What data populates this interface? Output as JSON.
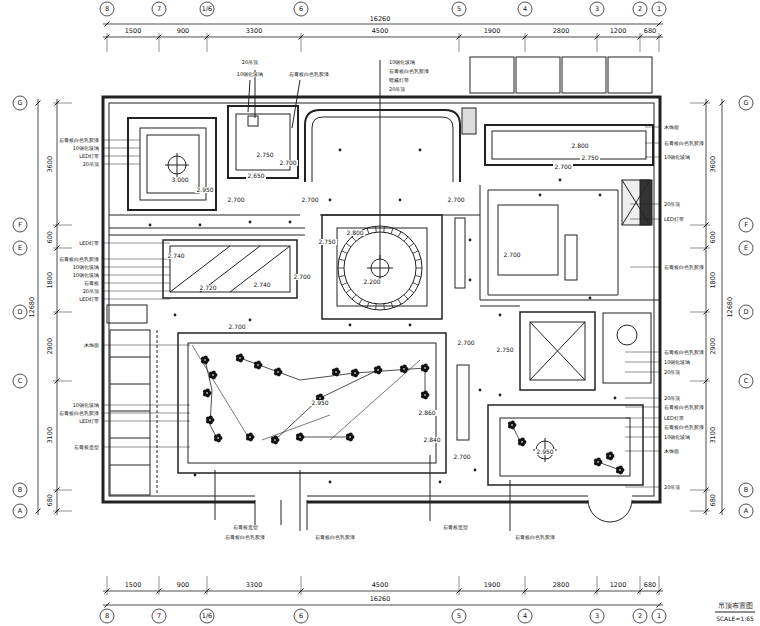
{
  "diagram": {
    "title": "吊顶布置图",
    "labels": [
      "8",
      "7",
      "1/6",
      "6",
      "5",
      "4",
      "3",
      "2",
      "1",
      "1500",
      "900",
      "3300",
      "4500",
      "1900",
      "2800",
      "1200",
      "680",
      "16260",
      "1500",
      "900",
      "3300",
      "4500",
      "1900",
      "2800",
      "1200",
      "680",
      "16260",
      "8",
      "7",
      "1/6",
      "6",
      "5",
      "4",
      "3",
      "2",
      "1",
      "G",
      "F",
      "E",
      "D",
      "C",
      "B",
      "A",
      "3600",
      "600",
      "1800",
      "2900",
      "3100",
      "680",
      "12680",
      "G",
      "F",
      "E",
      "D",
      "C",
      "B",
      "A",
      "3600",
      "600",
      "1800",
      "2900",
      "3100",
      "680",
      "12680",
      "3.000",
      "2.950",
      "2.750",
      "2.700",
      "2.650",
      "2.700",
      "2.700",
      "2.700",
      "2.800",
      "2.750",
      "2.700",
      "2.800",
      "2.750",
      "2.200",
      "2.700",
      "2.740",
      "2.720",
      "2.740",
      "2.700",
      "2.700",
      "2.950",
      "2.860",
      "2.840",
      "2.700",
      "2.750",
      "2.950",
      "2.700",
      "20吊顶",
      "10钢化玻璃",
      "石膏板白色乳胶漆",
      "10钢化玻璃",
      "石膏板白色乳胶漆",
      "暗藏灯带",
      "20吊顶",
      "石膏板白色乳胶漆",
      "10钢化玻璃",
      "LED灯带",
      "20吊顶",
      "LED灯带",
      "石膏板白色乳胶漆",
      "10钢化玻璃",
      "10钢化玻璃",
      "石膏板",
      "20吊顶",
      "LED灯带",
      "木饰面",
      "10钢化玻璃",
      "石膏板白色乳胶漆",
      "LED灯带",
      "石膏板造型",
      "木饰面",
      "石膏板白色乳胶漆",
      "10钢化玻璃",
      "20吊顶",
      "LED灯带",
      "石膏板白色乳胶漆",
      "石膏板白色乳胶漆",
      "10钢化玻璃",
      "20吊顶",
      "20吊顶",
      "石膏板白色乳胶漆",
      "LED灯带",
      "石膏板白色乳胶漆",
      "10钢化玻璃",
      "木饰面",
      "20吊顶",
      "石膏板造型",
      "石膏板白色乳胶漆",
      "石膏板白色乳胶漆",
      "石膏板造型",
      "石膏板白色乳胶漆",
      "SCALE=1:65"
    ]
  }
}
